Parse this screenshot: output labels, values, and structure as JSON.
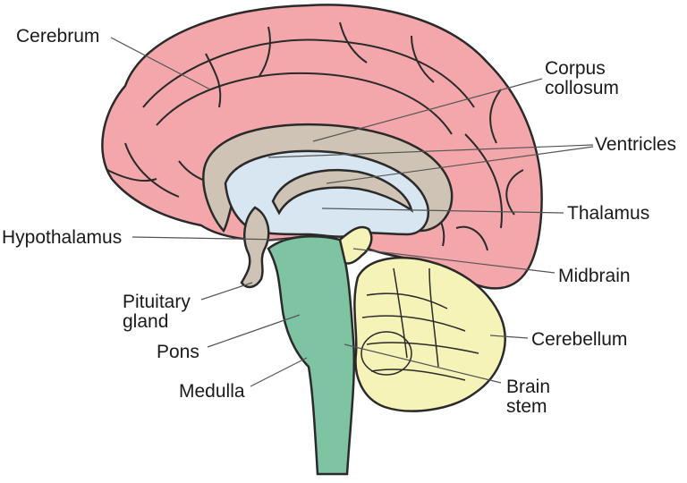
{
  "diagram": {
    "colors": {
      "cerebrum": "#f4a7aa",
      "cerebrum_outline": "#2a2a2a",
      "corpus": "#cfc3b5",
      "ventricle": "#d7e6f1",
      "brainstem": "#7fc4a2",
      "cerebellum": "#f6f3b9",
      "leader": "#555555"
    },
    "labels": {
      "cerebrum": "Cerebrum",
      "corpus_line1": "Corpus",
      "corpus_line2": "collosum",
      "ventricles": "Ventricles",
      "thalamus": "Thalamus",
      "hypothalamus": "Hypothalamus",
      "midbrain": "Midbrain",
      "pituitary_line1": "Pituitary",
      "pituitary_line2": "gland",
      "cerebellum": "Cerebellum",
      "pons": "Pons",
      "medulla": "Medulla",
      "brainstem_line1": "Brain",
      "brainstem_line2": "stem"
    }
  }
}
